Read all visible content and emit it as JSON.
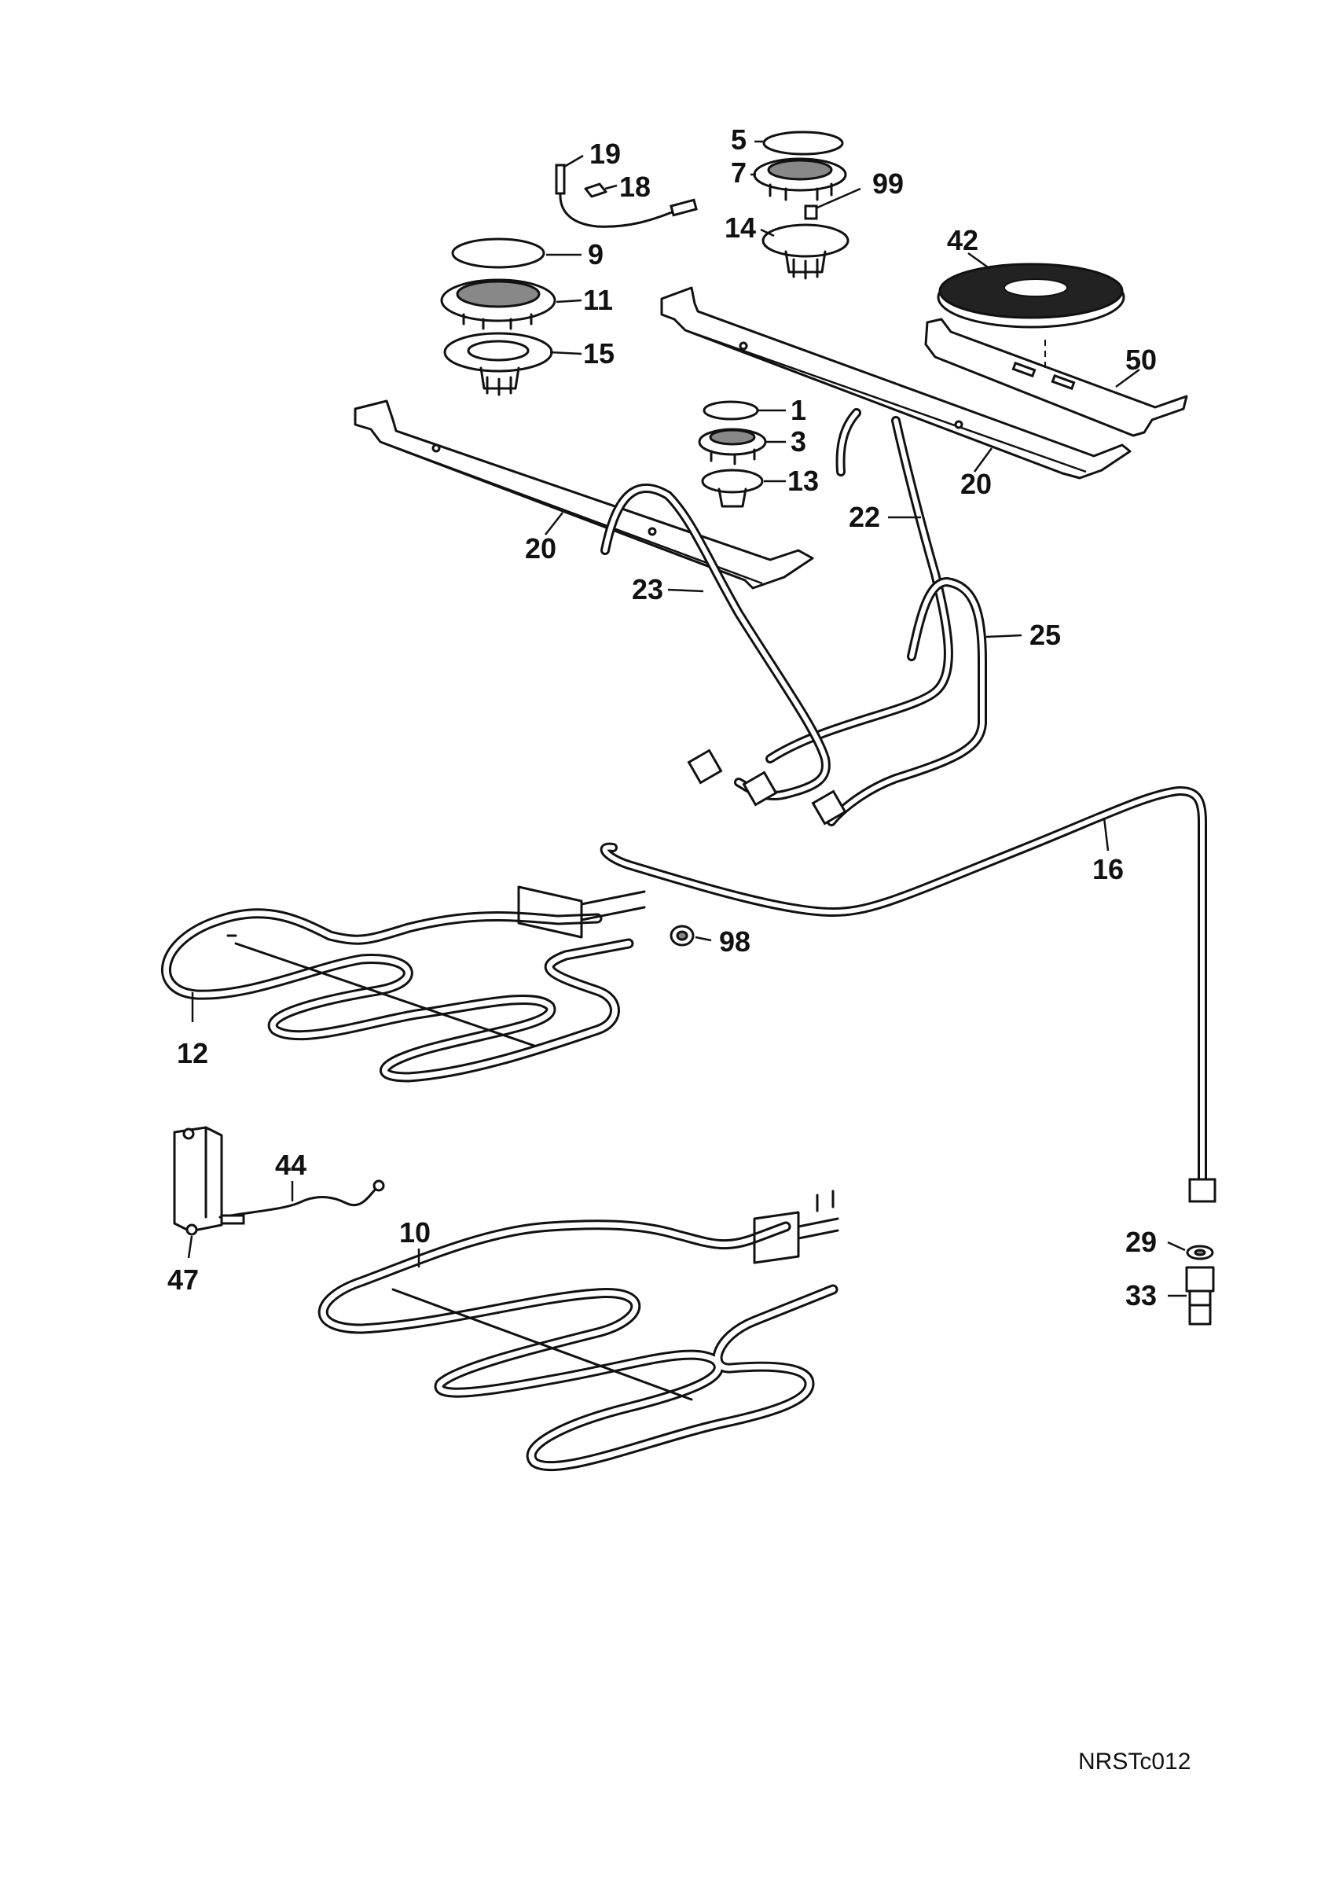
{
  "drawing_code": "NRSTc012",
  "labels": {
    "p19": "19",
    "p18": "18",
    "p5": "5",
    "p7": "7",
    "p99": "99",
    "p14": "14",
    "p9": "9",
    "p11": "11",
    "p15": "15",
    "p42": "42",
    "p50": "50",
    "p1": "1",
    "p3": "3",
    "p13": "13",
    "p20a": "20",
    "p20b": "20",
    "p22": "22",
    "p23": "23",
    "p25": "25",
    "p16": "16",
    "p98": "98",
    "p12": "12",
    "p44": "44",
    "p47": "47",
    "p10": "10",
    "p29": "29",
    "p33": "33"
  }
}
